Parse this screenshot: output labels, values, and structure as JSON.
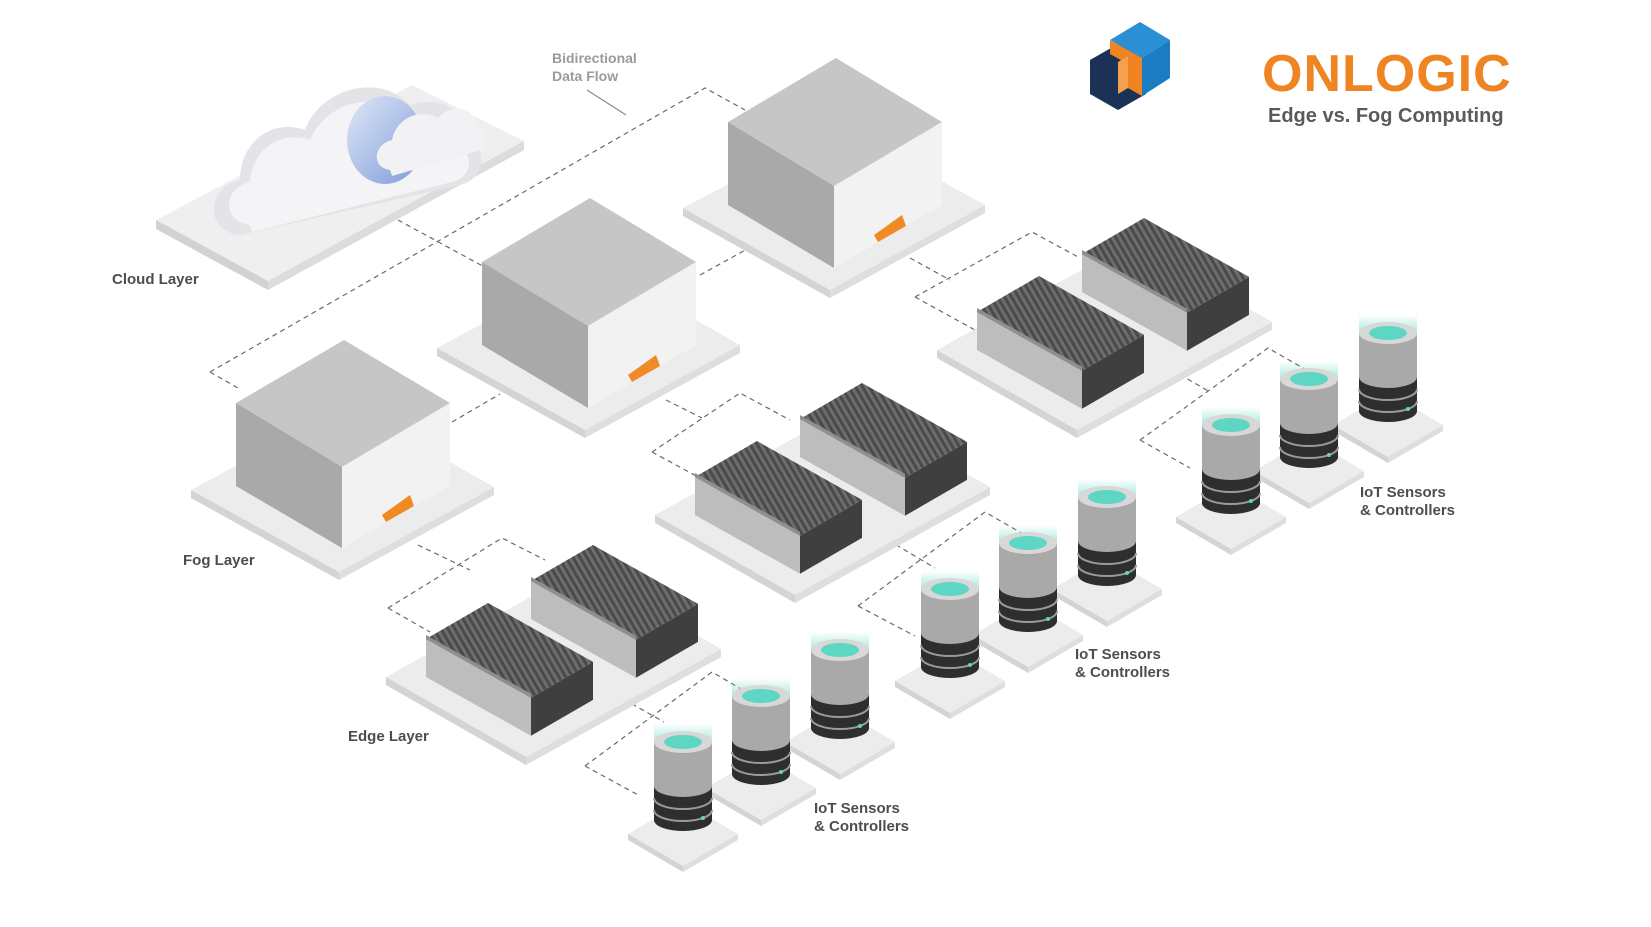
{
  "brand": {
    "name": "ONLOGIC",
    "subtitle": "Edge vs. Fog Computing",
    "accent": "#ef8423",
    "blue": "#1c7cc3",
    "navy": "#1b3256"
  },
  "annotation": {
    "line1": "Bidirectional",
    "line2": "Data Flow"
  },
  "layers": {
    "cloud": "Cloud Layer",
    "fog": "Fog Layer",
    "edge": "Edge Layer"
  },
  "iot_groups": [
    {
      "line1": "IoT Sensors",
      "line2": "& Controllers"
    },
    {
      "line1": "IoT Sensors",
      "line2": "& Controllers"
    },
    {
      "line1": "IoT Sensors",
      "line2": "& Controllers"
    }
  ],
  "colors": {
    "orange": "#f08a24",
    "teal": "#5ed6c4",
    "platform": "#e9e9e9",
    "dark": "#3a3a3a"
  }
}
